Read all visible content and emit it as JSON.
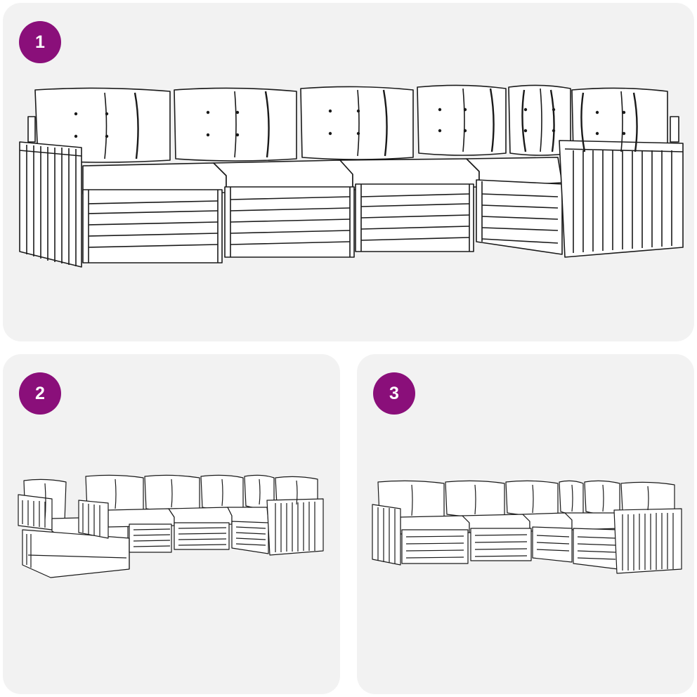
{
  "colors": {
    "badge": "#8a0f7a",
    "panel": "#f2f2f2",
    "line": "#1a1a1a"
  },
  "steps": [
    {
      "number": "1"
    },
    {
      "number": "2"
    },
    {
      "number": "3"
    }
  ]
}
